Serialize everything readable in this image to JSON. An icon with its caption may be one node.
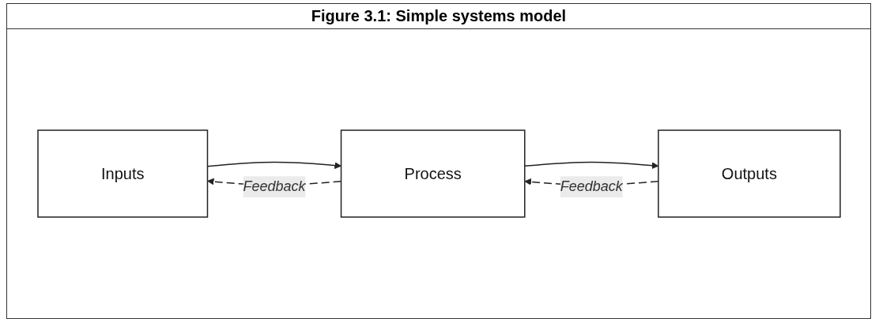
{
  "diagram": {
    "title": "Figure 3.1: Simple systems model",
    "nodes": [
      {
        "text": [
          "Inputs"
        ]
      },
      {
        "text": [
          "Process"
        ]
      },
      {
        "text": [
          "Outputs"
        ]
      }
    ],
    "edges": [
      {
        "from": 0,
        "to": 1,
        "arrow": "to"
      },
      {
        "from": 1,
        "to": 2,
        "arrow": "to"
      },
      {
        "from": 2,
        "to": 1,
        "arrow": "to",
        "style": "dashed",
        "label": "Feedback"
      },
      {
        "from": 1,
        "to": 0,
        "arrow": "to",
        "style": "dashed",
        "label": "Feedback"
      }
    ]
  }
}
